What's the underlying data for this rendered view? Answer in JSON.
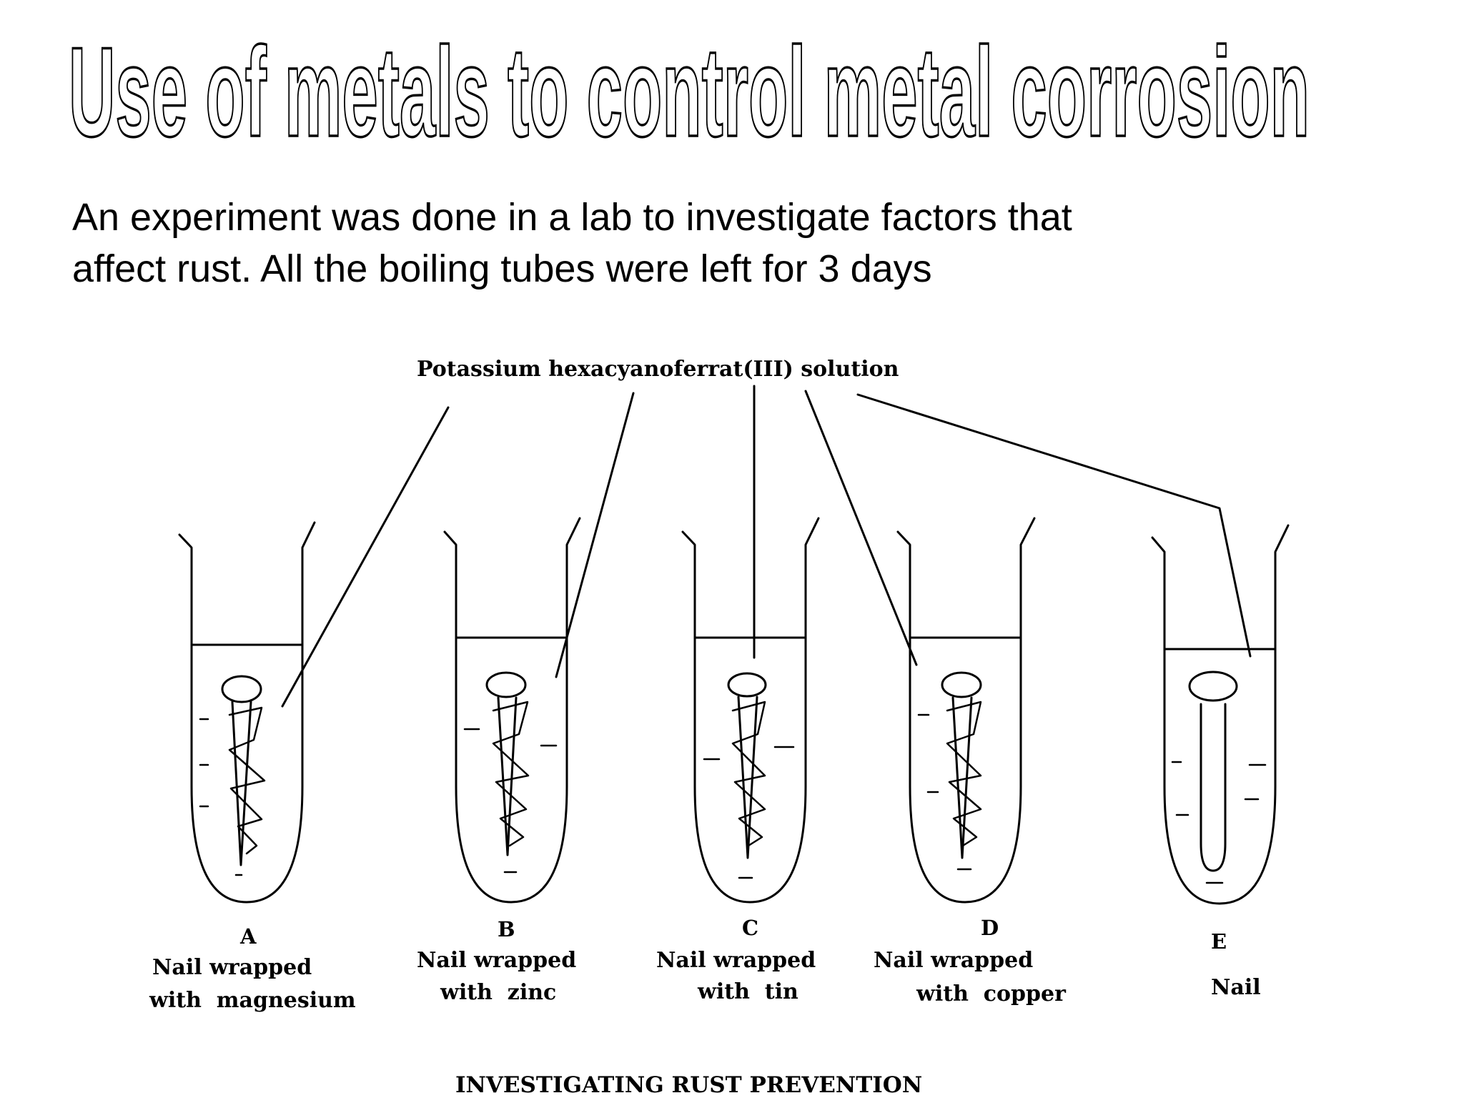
{
  "slide": {
    "title": "Use of metals to control metal corrosion",
    "intro_line_1": "An experiment was done in a lab to investigate factors that",
    "intro_line_2": "affect  rust. All the boiling tubes were left for 3 days"
  },
  "diagram": {
    "solution_label": "Potassium hexacyanoferrat(III) solution",
    "caption": "INVESTIGATING RUST PREVENTION",
    "tubes": [
      {
        "letter": "A",
        "label_line_1": "Nail wrapped",
        "label_line_2": "with  magnesium"
      },
      {
        "letter": "B",
        "label_line_1": "Nail wrapped",
        "label_line_2": "with  zinc"
      },
      {
        "letter": "C",
        "label_line_1": "Nail wrapped",
        "label_line_2": "with  tin"
      },
      {
        "letter": "D",
        "label_line_1": "Nail wrapped",
        "label_line_2": "with  copper"
      },
      {
        "letter": "E",
        "label_line_1": "Nail",
        "label_line_2": ""
      }
    ]
  }
}
